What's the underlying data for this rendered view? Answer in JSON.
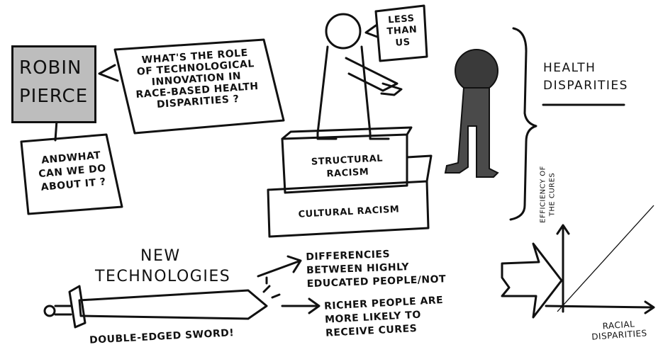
{
  "speaker": {
    "name_line1": "ROBIN",
    "name_line2": "PIERCE"
  },
  "question_bubble": {
    "lines": [
      "WHAT'S THE ROLE",
      "OF TECHNOLOGICAL",
      "INNOVATION IN",
      "RACE-BASED HEALTH",
      "DISPARITIES ?"
    ]
  },
  "followup_bubble": {
    "lines": [
      "ANDWHAT",
      "CAN WE DO",
      "ABOUT IT ?"
    ]
  },
  "figure_speech": {
    "lines": [
      "LESS",
      "THAN",
      "US"
    ]
  },
  "pedestal": {
    "top_lines": [
      "STRUCTURAL",
      "RACISM"
    ],
    "bottom": "CULTURAL RACISM"
  },
  "bracket_label": {
    "lines": [
      "HEALTH",
      "DISPARITIES"
    ]
  },
  "technologies": {
    "lines": [
      "NEW",
      "TECHNOLOGIES"
    ]
  },
  "effects": {
    "first": [
      "DIFFERENCIES",
      "BETWEEN HIGHLY",
      "EDUCATED PEOPLE/NOT"
    ],
    "second": [
      "RICHER PEOPLE ARE",
      "MORE LIKELY TO",
      "RECEIVE CURES"
    ]
  },
  "sword_caption": "DOUBLE-EDGED SWORD!",
  "graph": {
    "y_label_lines": [
      "EFFICIENCY OF",
      "THE CURES"
    ],
    "x_label_lines": [
      "RACIAL",
      "DISPARITIES"
    ]
  },
  "colors": {
    "ink": "#111111",
    "name_box_fill": "#bdbdbd",
    "silhouette": "#4a4a4a",
    "silhouette_head": "#3a3a3a"
  }
}
